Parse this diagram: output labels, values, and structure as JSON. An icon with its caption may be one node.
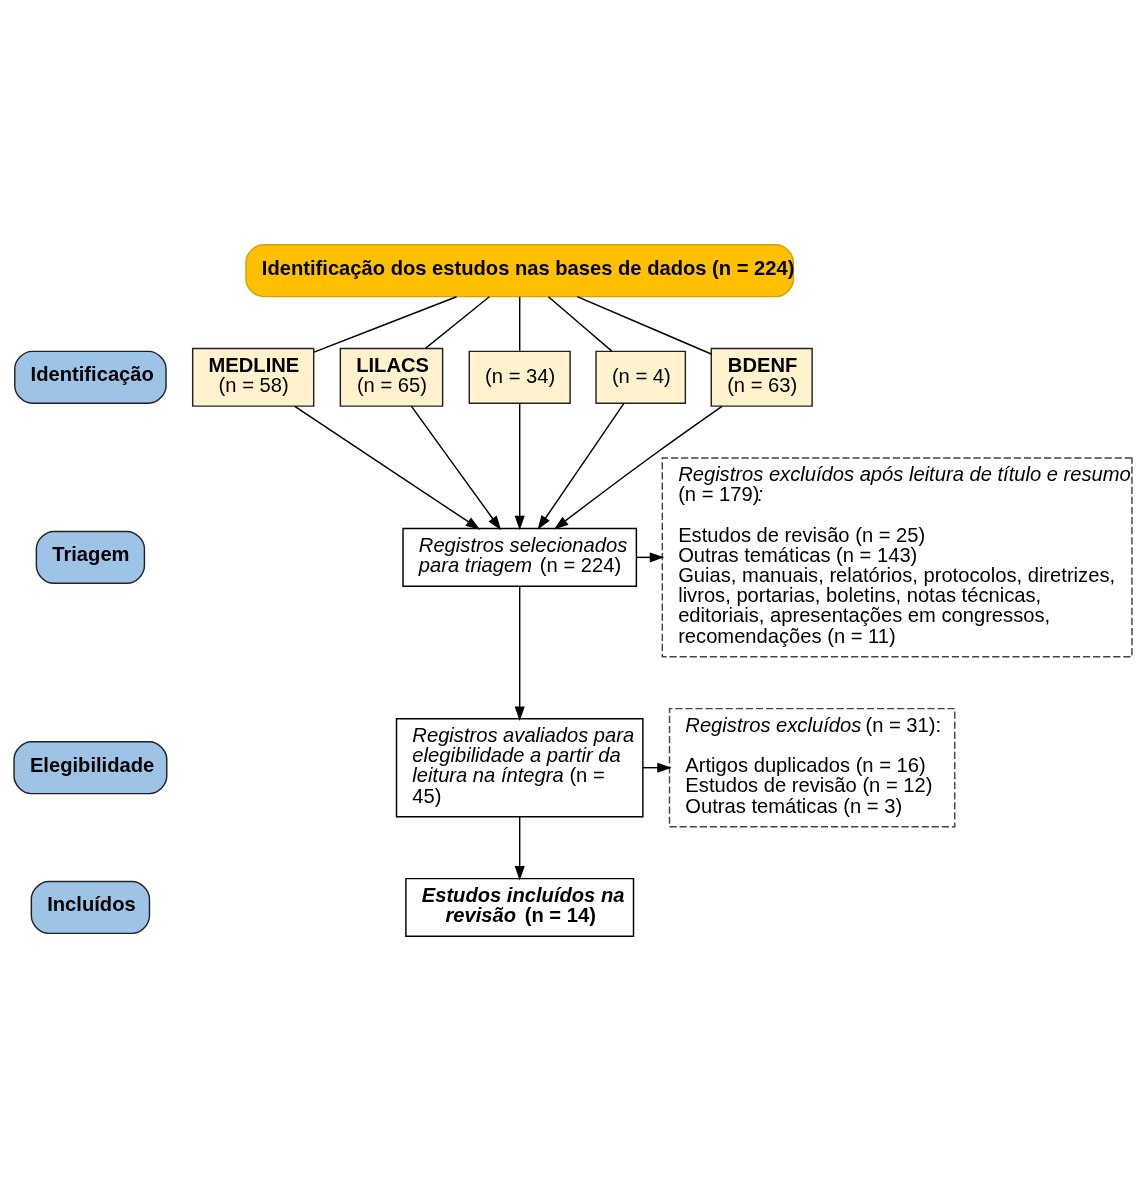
{
  "diagram": {
    "nodes": [
      {
        "text": [
          "Identificação"
        ]
      },
      {
        "text": [
          "Triagem"
        ]
      },
      {
        "text": [
          "Elegibilidade"
        ]
      },
      {
        "text": [
          "Incluídos"
        ]
      },
      {
        "text": [
          "Identificação dos estudos nas bases de dados (n = 224)"
        ]
      },
      {
        "text": [
          "MEDLINE",
          "(n = 58)"
        ]
      },
      {
        "text": [
          "LILACS",
          "(n = 65)"
        ]
      },
      {
        "text": [
          "(n = 34)"
        ]
      },
      {
        "text": [
          "(n = 4)"
        ]
      },
      {
        "text": [
          "BDENF",
          "(n = 63)"
        ]
      },
      {
        "text": [
          "*Registros selecionados para triagem* (n = 224)"
        ]
      },
      {
        "text": [
          "*Registros excluídos após leitura de título e resumo* (n = 179)*:*",
          "Estudos de revisão (n = 25)",
          "Outras temáticas (n = 143)",
          "Guias, manuais, relatórios, protocolos, diretrizes, livros, portarias, boletins, notas técnicas, editoriais, apresentações em congressos, recomendações (n = 11)"
        ]
      },
      {
        "text": [
          "*Registros avaliados para elegibilidade a partir da leitura na íntegra* (n = 45)"
        ]
      },
      {
        "text": [
          "*Registros excluídos* (n = 31):",
          "Artigos duplicados (n = 16)",
          "Estudos de revisão (n = 12)",
          "Outras temáticas (n = 3)"
        ]
      },
      {
        "text": [
          "*Estudos incluídos na revisão* (n = 14)"
        ]
      }
    ],
    "edges": [
      {
        "from": 4,
        "to": 5,
        "arrow": "none"
      },
      {
        "from": 4,
        "to": 6,
        "arrow": "none"
      },
      {
        "from": 4,
        "to": 7,
        "arrow": "none"
      },
      {
        "from": 4,
        "to": 8,
        "arrow": "none"
      },
      {
        "from": 4,
        "to": 9,
        "arrow": "none"
      },
      {
        "from": 5,
        "to": 10,
        "arrow": "to"
      },
      {
        "from": 6,
        "to": 10,
        "arrow": "to"
      },
      {
        "from": 7,
        "to": 10,
        "arrow": "to"
      },
      {
        "from": 8,
        "to": 10,
        "arrow": "to"
      },
      {
        "from": 9,
        "to": 10,
        "arrow": "to"
      },
      {
        "from": 10,
        "to": 11,
        "arrow": "to"
      },
      {
        "from": 10,
        "to": 12,
        "arrow": "to"
      },
      {
        "from": 12,
        "to": 13,
        "arrow": "to"
      },
      {
        "from": 12,
        "to": 14,
        "arrow": "to"
      }
    ]
  }
}
